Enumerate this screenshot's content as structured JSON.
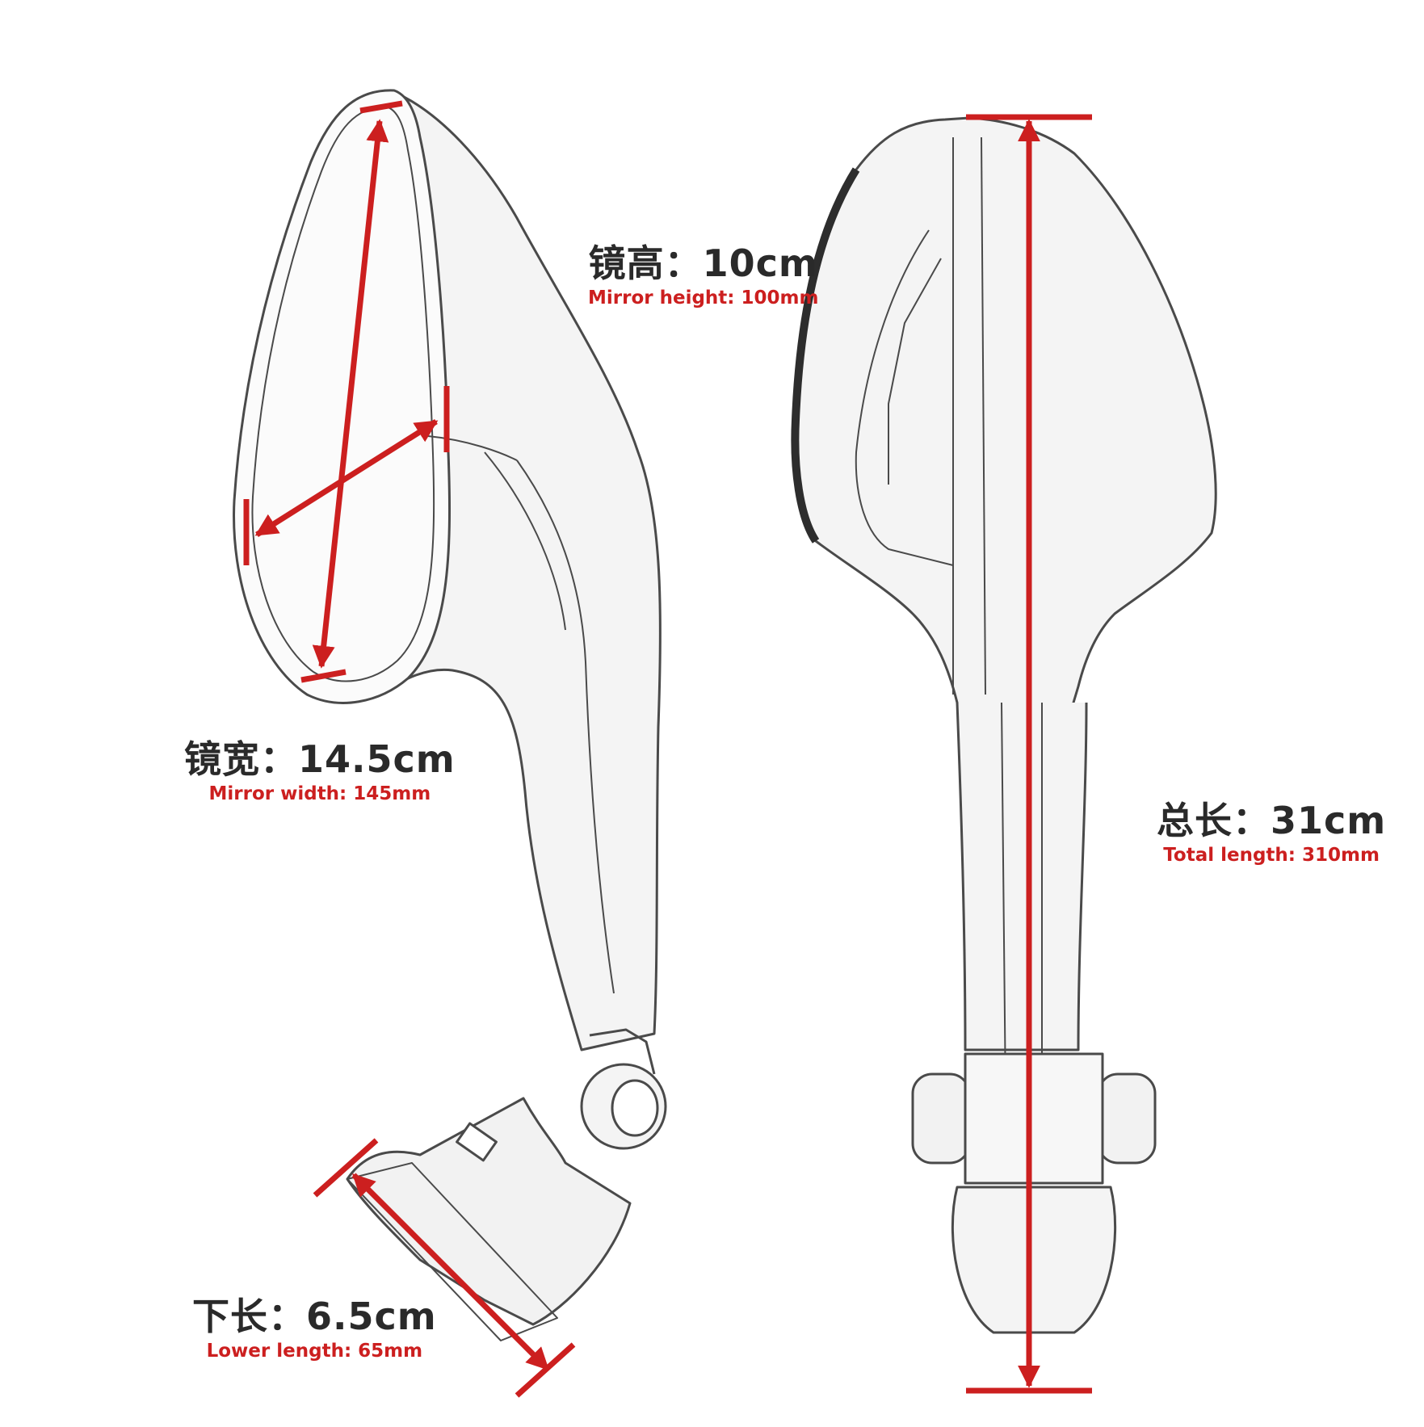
{
  "colors": {
    "dimension": "#cc1f1f",
    "label_text": "#2a2a2a",
    "sketch": "#4a4a4a"
  },
  "views": [
    "side-view",
    "back-view"
  ],
  "dimensions": {
    "mirror_height": {
      "zh": "镜高：10cm",
      "en": "Mirror height: 100mm",
      "value_cm": 10,
      "value_mm": 100
    },
    "mirror_width": {
      "zh": "镜宽：14.5cm",
      "en": "Mirror width: 145mm",
      "value_cm": 14.5,
      "value_mm": 145
    },
    "total_length": {
      "zh": "总长：31cm",
      "en": "Total length: 310mm",
      "value_cm": 31,
      "value_mm": 310
    },
    "lower_length": {
      "zh": "下长：6.5cm",
      "en": "Lower length: 65mm",
      "value_cm": 6.5,
      "value_mm": 65
    }
  }
}
